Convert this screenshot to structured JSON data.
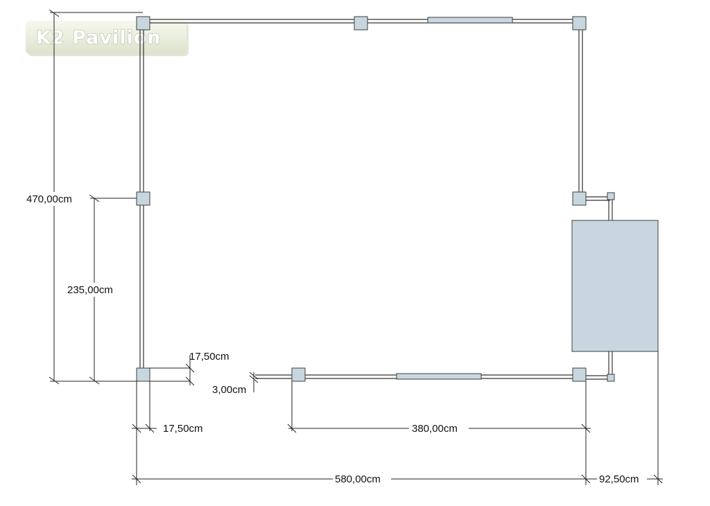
{
  "logo": {
    "text": "K2 Pavilion"
  },
  "colors": {
    "fill": "#c8d7df",
    "stroke": "#3c3c3c",
    "line": "#222222",
    "logo_bg_top": "#f4f7ea",
    "logo_bg_bottom": "#dfe4cf"
  },
  "dimensions": {
    "total_height": "470,00cm",
    "half_height": "235,00cm",
    "post_offset_side": "17,50cm",
    "wall_gap": "3,00cm",
    "post_offset_bottom": "17,50cm",
    "door_span": "380,00cm",
    "total_width": "580,00cm",
    "annex_width": "92,50cm"
  }
}
